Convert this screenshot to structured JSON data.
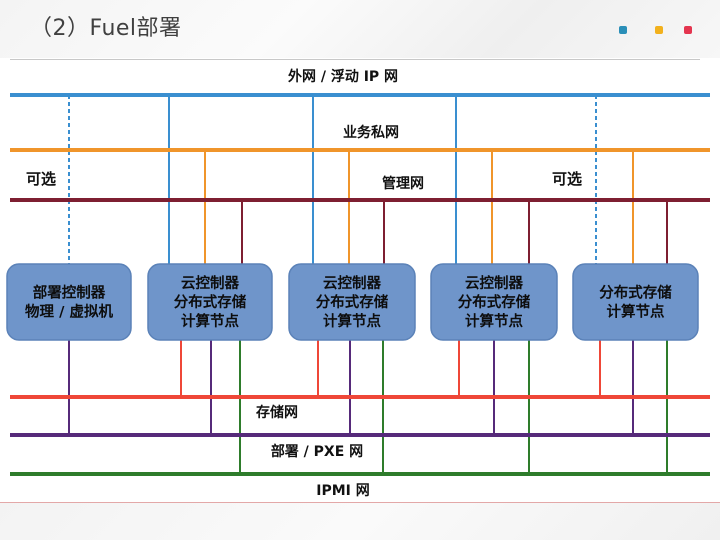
{
  "slide": {
    "title": "（2）Fuel部署",
    "dots": [
      {
        "name": "teal-dot",
        "color": "#2a8fb8"
      },
      {
        "name": "yellow-dot",
        "color": "#f2b11d"
      },
      {
        "name": "red-dot",
        "color": "#e4354f"
      }
    ]
  },
  "networks": {
    "external": {
      "label": "外网 / 浮动 IP 网",
      "color": "#3a8fd0"
    },
    "private": {
      "label": "业务私网",
      "color": "#f0952b"
    },
    "management": {
      "label": "管理网",
      "color": "#7e1f31"
    },
    "storage": {
      "label": "存储网",
      "color": "#ef4738"
    },
    "pxe": {
      "label": "部署 / PXE 网",
      "color": "#562a7a"
    },
    "ipmi": {
      "label": "IPMI 网",
      "color": "#2e7c2b"
    }
  },
  "optional_labels": [
    "可选",
    "可选"
  ],
  "nodes": [
    {
      "lines": [
        "部署控制器",
        "物理 / 虚拟机"
      ]
    },
    {
      "lines": [
        "云控制器",
        "分布式存储",
        "计算节点"
      ]
    },
    {
      "lines": [
        "云控制器",
        "分布式存储",
        "计算节点"
      ]
    },
    {
      "lines": [
        "云控制器",
        "分布式存储",
        "计算节点"
      ]
    },
    {
      "lines": [
        "分布式存储",
        "计算节点"
      ]
    }
  ],
  "node_style": {
    "fill": "#6f95ca",
    "stroke": "#5b82b8"
  }
}
